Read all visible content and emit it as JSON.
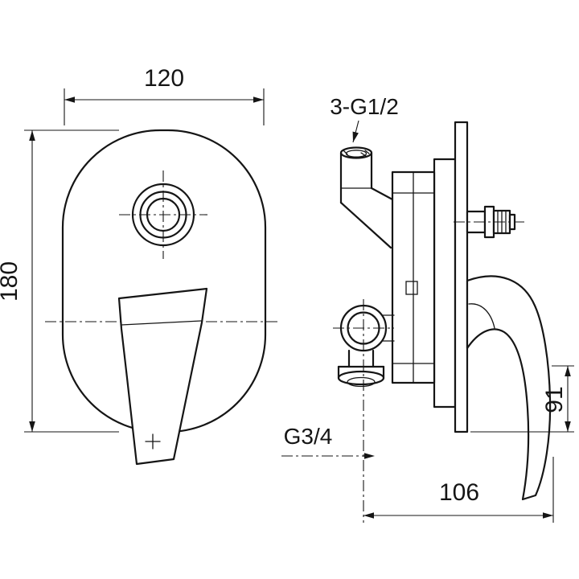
{
  "annotations": {
    "plate_width": "120",
    "plate_height": "180",
    "inlet_ports": "3-G1/2",
    "bottom_outlet": "G3/4",
    "handle_height": "91",
    "depth": "106"
  }
}
